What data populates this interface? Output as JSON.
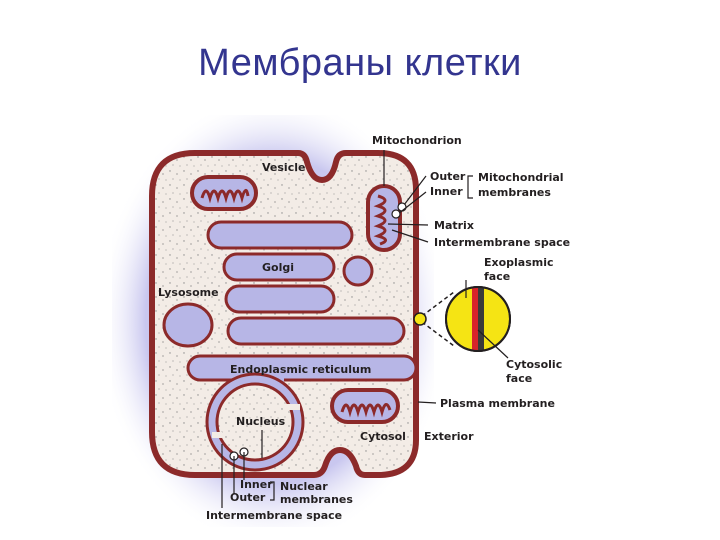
{
  "title": "Мембраны клетки",
  "labels": {
    "mitochondrion": "Mitochondrion",
    "vesicle": "Vesicle",
    "outer": "Outer",
    "inner": "Inner",
    "mito_membranes_1": "Mitochondrial",
    "mito_membranes_2": "membranes",
    "matrix": "Matrix",
    "intermembrane_space_top": "Intermembrane space",
    "exoplasmic_1": "Exoplasmic",
    "exoplasmic_2": "face",
    "golgi": "Golgi",
    "lysosome": "Lysosome",
    "cytosolic_1": "Cytosolic",
    "cytosolic_2": "face",
    "endoplasmic_reticulum": "Endoplasmic reticulum",
    "plasma_membrane": "Plasma membrane",
    "nucleus": "Nucleus",
    "cytosol": "Cytosol",
    "exterior": "Exterior",
    "inner_bottom": "Inner",
    "outer_bottom": "Outer",
    "nuclear_membranes_1": "Nuclear",
    "nuclear_membranes_2": "membranes",
    "intermembrane_space_bottom": "Intermembrane space"
  },
  "colors": {
    "title": "#33358f",
    "membrane": "#8c2a2a",
    "organelle_fill": "#b7b6e6",
    "cytosol_fill": "#f3ece6",
    "halo": "#c9c7ef",
    "bilayer_yellow": "#f5e414",
    "bilayer_red": "#d8242a",
    "bilayer_dark": "#3a3a3a"
  }
}
